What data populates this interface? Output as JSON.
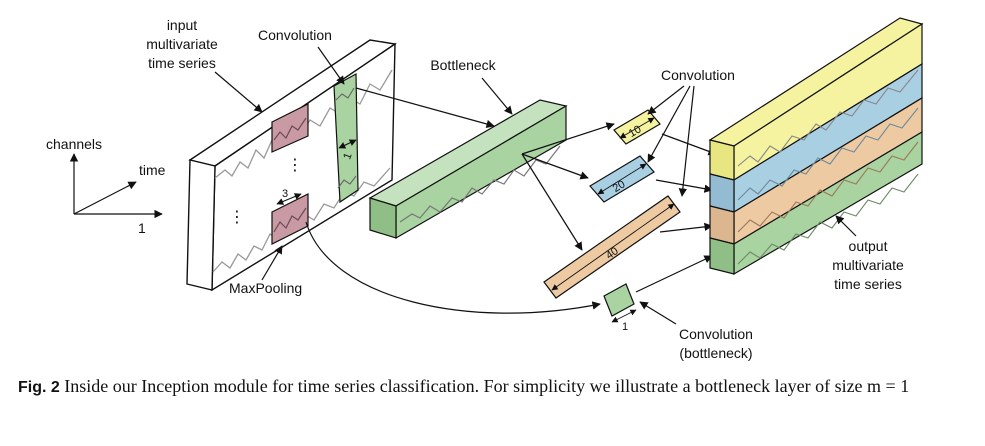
{
  "diagram": {
    "labels": {
      "input_line1": "input",
      "input_line2": "multivariate",
      "input_line3": "time series",
      "convolution_top": "Convolution",
      "bottleneck": "Bottleneck",
      "convolution_right": "Convolution",
      "channels": "channels",
      "time": "time",
      "axis_one": "1",
      "maxpooling": "MaxPooling",
      "conv_bottleneck_line1": "Convolution",
      "conv_bottleneck_line2": "(bottleneck)",
      "output_line1": "output",
      "output_line2": "multivariate",
      "output_line3": "time series",
      "dots": "⋮"
    },
    "sizes": {
      "input_filter": "1",
      "maxpool": "3",
      "filter_10": "10",
      "filter_20": "20",
      "filter_40": "40",
      "bottleneck_filter": "1"
    },
    "colors": {
      "green": "#a9d3a0",
      "green_dark": "#8fbf86",
      "red": "#c99aa3",
      "yellow": "#f5f3a0",
      "blue": "#a9cfe3",
      "orange": "#eecaa3"
    }
  },
  "caption": {
    "label": "Fig. 2",
    "text": "Inside our Inception module for time series classification. For simplicity we illustrate a bottleneck layer of size m = 1"
  }
}
